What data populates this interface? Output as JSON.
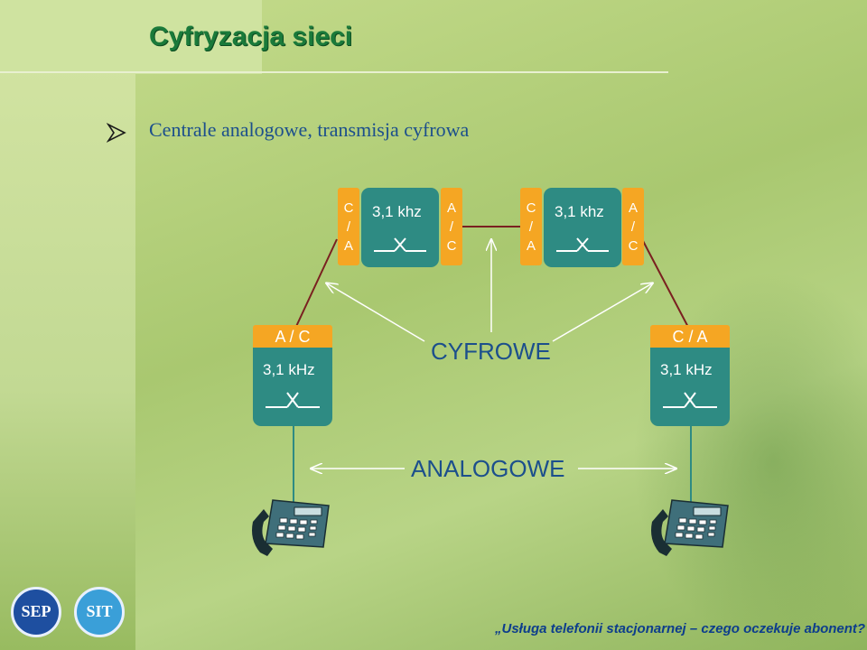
{
  "slide": {
    "title": "Cyfryzacja sieci",
    "bullet": "Centrale analogowe, transmisja cyfrowa",
    "footer": "„Usługa telefonii stacjonarnej – czego oczekuje abonent?”"
  },
  "diagram": {
    "exchange_bandwidth": "3,1 khz",
    "terminal_bandwidth": "3,1 kHz",
    "left_converter": "A / C",
    "right_converter": "C / A",
    "label_digital": "CYFROWE",
    "label_analog": "ANALOGOWE",
    "upper_left_pre": [
      "C",
      "/",
      "A"
    ],
    "upper_left_post": [
      "A",
      "/",
      "C"
    ],
    "upper_right_pre": [
      "C",
      "/",
      "A"
    ],
    "upper_right_post": [
      "A",
      "/",
      "C"
    ]
  },
  "logos": {
    "left": "SEP",
    "right": "SIT"
  },
  "colors": {
    "title": "#1a7a3a",
    "exchange_box": "#2e8b83",
    "converter": "#f5a623",
    "digital_link": "#7a2020",
    "analog_link": "#2e8b83",
    "text_blue": "#1c4f8c"
  },
  "icons": [
    "bullet-arrow-icon",
    "switch-icon",
    "telephone-icon"
  ]
}
